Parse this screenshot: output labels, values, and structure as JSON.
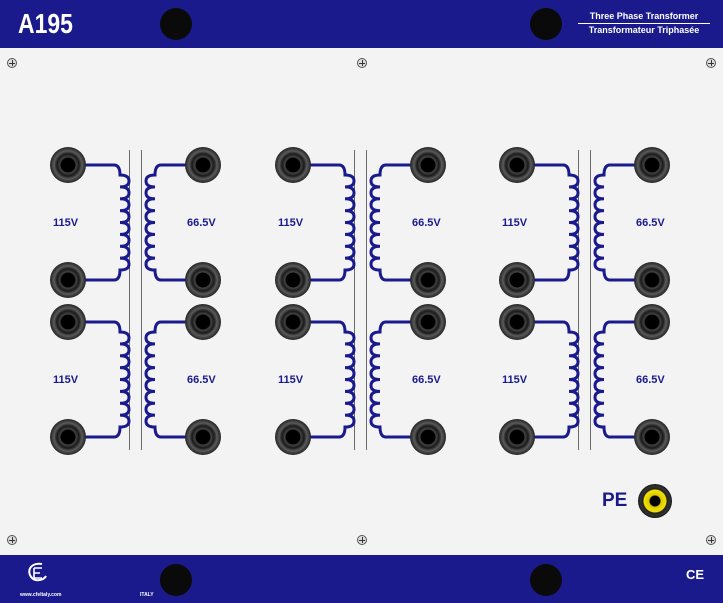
{
  "header": {
    "model": "A195",
    "title_line1": "Three Phase Transformer",
    "title_line2": "Transformateur Triphasée"
  },
  "windings": [
    {
      "label": "115V"
    },
    {
      "label": "66.5V"
    },
    {
      "label": "115V"
    },
    {
      "label": "66.5V"
    },
    {
      "label": "115V"
    },
    {
      "label": "66.5V"
    },
    {
      "label": "115V"
    },
    {
      "label": "66.5V"
    },
    {
      "label": "115V"
    },
    {
      "label": "66.5V"
    },
    {
      "label": "115V"
    },
    {
      "label": "66.5V"
    }
  ],
  "pe_label": "PE",
  "footer": {
    "website": "www.cfeltaly.com",
    "country": "ITALY",
    "ce_mark": "CE",
    "logo_text": "E"
  },
  "colors": {
    "panel_blue": "#1a1a8c",
    "panel_bg": "#f3f3f3",
    "pe_yellow": "#f5e200"
  }
}
